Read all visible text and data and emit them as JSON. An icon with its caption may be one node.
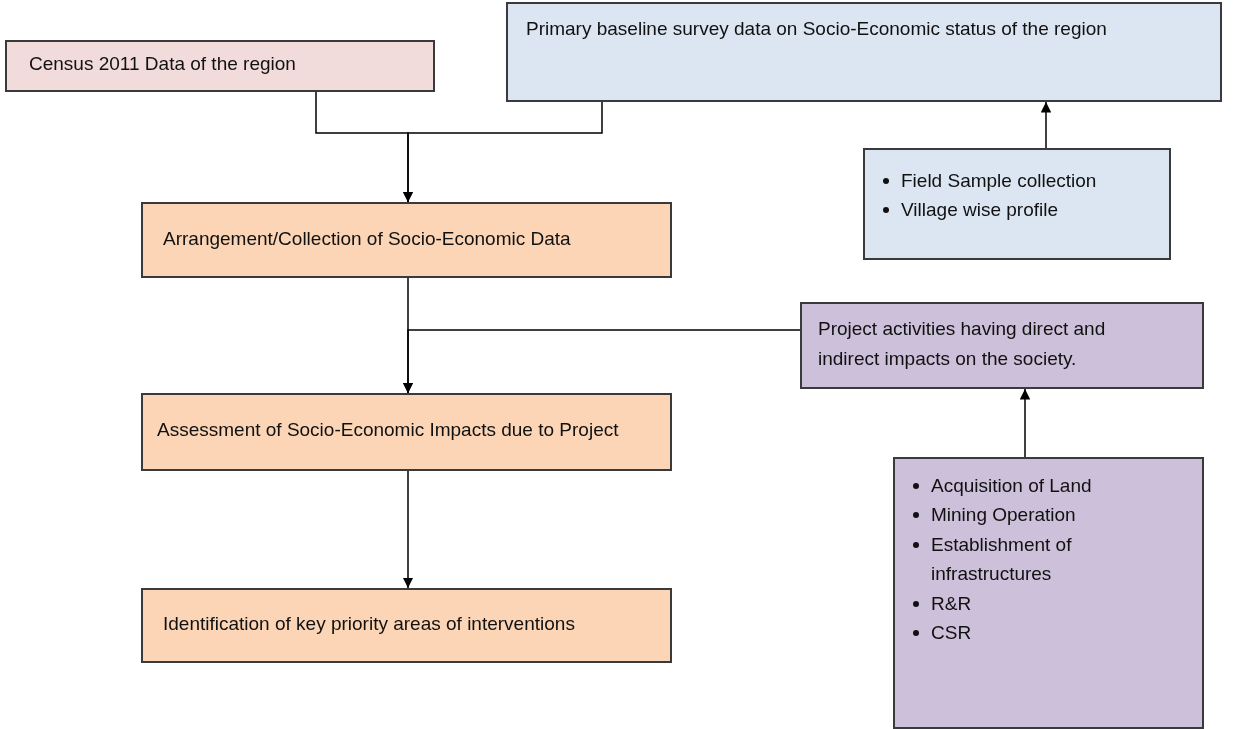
{
  "diagram": {
    "nodes": [
      {
        "text": [
          "Census 2011 Data of the region"
        ]
      },
      {
        "text": [
          "Primary baseline survey data on Socio-Economic status of the region"
        ]
      },
      {
        "text": [
          "Field Sample collection",
          "Village wise profile"
        ]
      },
      {
        "text": [
          "Arrangement/Collection of Socio-Economic Data"
        ]
      },
      {
        "text": [
          "Project activities having direct and indirect impacts on the society."
        ]
      },
      {
        "text": [
          "Assessment of Socio-Economic Impacts due to Project"
        ]
      },
      {
        "text": [
          "Identification of key priority areas of interventions"
        ]
      },
      {
        "text": [
          "Acquisition of Land",
          "Mining Operation",
          "Establishment of infrastructures",
          "R&R",
          "CSR"
        ]
      }
    ],
    "edges": [
      {
        "from": 0,
        "to": 3,
        "arrow": "to"
      },
      {
        "from": 1,
        "to": 3,
        "arrow": "to"
      },
      {
        "from": 2,
        "to": 1,
        "arrow": "to"
      },
      {
        "from": 3,
        "to": 5,
        "arrow": "to"
      },
      {
        "from": 4,
        "to": 5,
        "arrow": "to"
      },
      {
        "from": 5,
        "to": 6,
        "arrow": "to"
      },
      {
        "from": 7,
        "to": 4,
        "arrow": "to"
      }
    ]
  }
}
